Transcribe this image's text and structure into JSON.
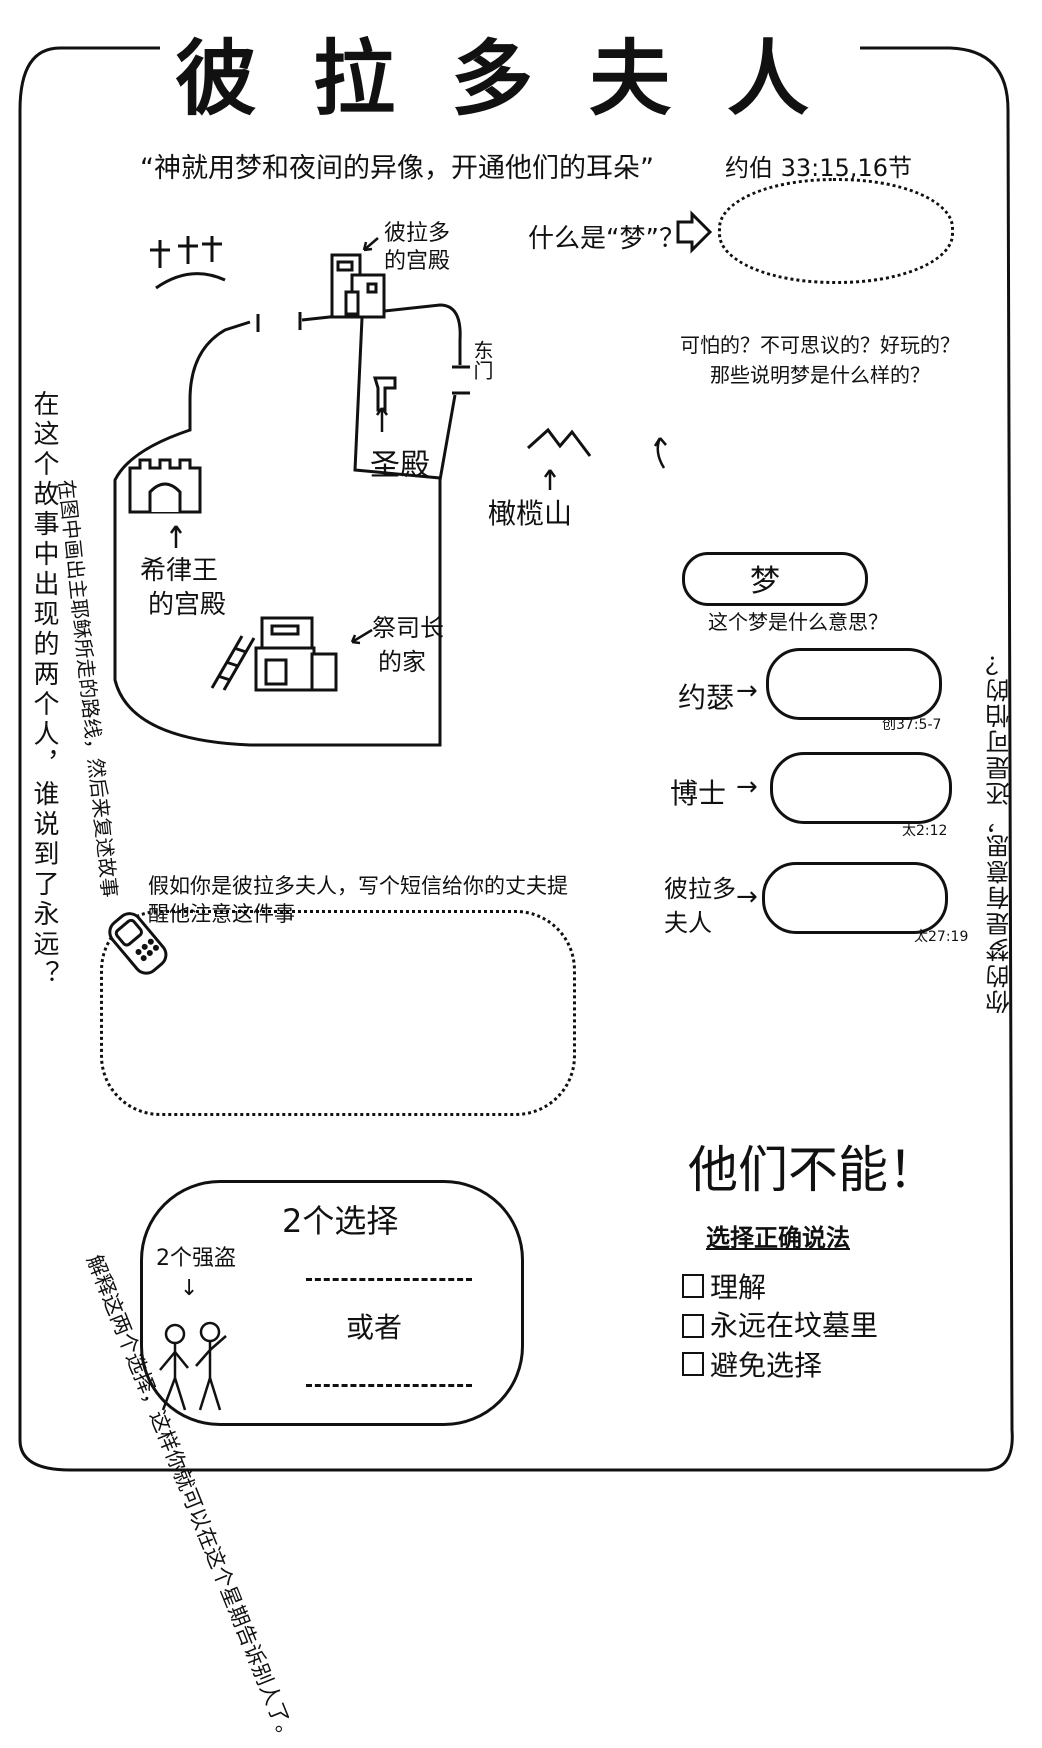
{
  "title": "彼拉多夫人",
  "verse": {
    "quote": "“神就用梦和夜间的异像，开通他们的耳朵”",
    "ref": "约伯 33:15,16节"
  },
  "map": {
    "pilate_palace": "彼拉多的宫殿",
    "east_gate": "东门",
    "temple": "圣殿",
    "olive_mountain": "橄榄山",
    "herod_palace_line1": "希律王",
    "herod_palace_line2": "的宫殿",
    "priest_house_line1": "祭司长",
    "priest_house_line2": "的家",
    "route_instruction": "在图中画出主耶稣所走的路线，然后来复述故事"
  },
  "left_vertical": "在这个故事中出现的两个人，谁说到了永远？",
  "right_vertical": "你的梦是有意思，还是可怕的？",
  "dream": {
    "question": "什么是“梦”？",
    "circle_text": "可怕的？不可思议的？好玩的？那些说明梦是什么样的？",
    "pill_label": "梦",
    "pill_question": "这个梦是什么意思？",
    "people": [
      {
        "name": "约瑟",
        "ref": "创37:5-7"
      },
      {
        "name": "博士",
        "ref": "太2:12"
      },
      {
        "name": "彼拉多夫人",
        "ref": "太27:19"
      }
    ]
  },
  "sms": {
    "prompt": "假如你是彼拉多夫人，写个短信给你的丈夫提醒他注意这件事"
  },
  "choices": {
    "title": "2个选择",
    "robbers": "2个强盗",
    "or": "或者",
    "side_text": "解释这两个选择，这样你就可以在这个星期告诉别人了。"
  },
  "cannot": {
    "heading": "他们不能！",
    "instruction": "选择正确说法",
    "options": [
      "理解",
      "永远在坟墓里",
      "避免选择"
    ]
  }
}
